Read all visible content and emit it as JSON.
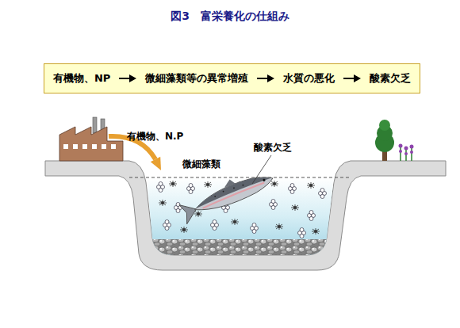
{
  "diagram": {
    "title": "図3　富栄養化の仕組み",
    "nodes": [
      {
        "text": [
          "有機物、NP",
          "微細藻類等の異常増殖",
          "水質の悪化",
          "酸素欠乏"
        ]
      }
    ],
    "labels": [
      "有機物、N.P",
      "微細藻類",
      "酸素欠乏"
    ]
  }
}
